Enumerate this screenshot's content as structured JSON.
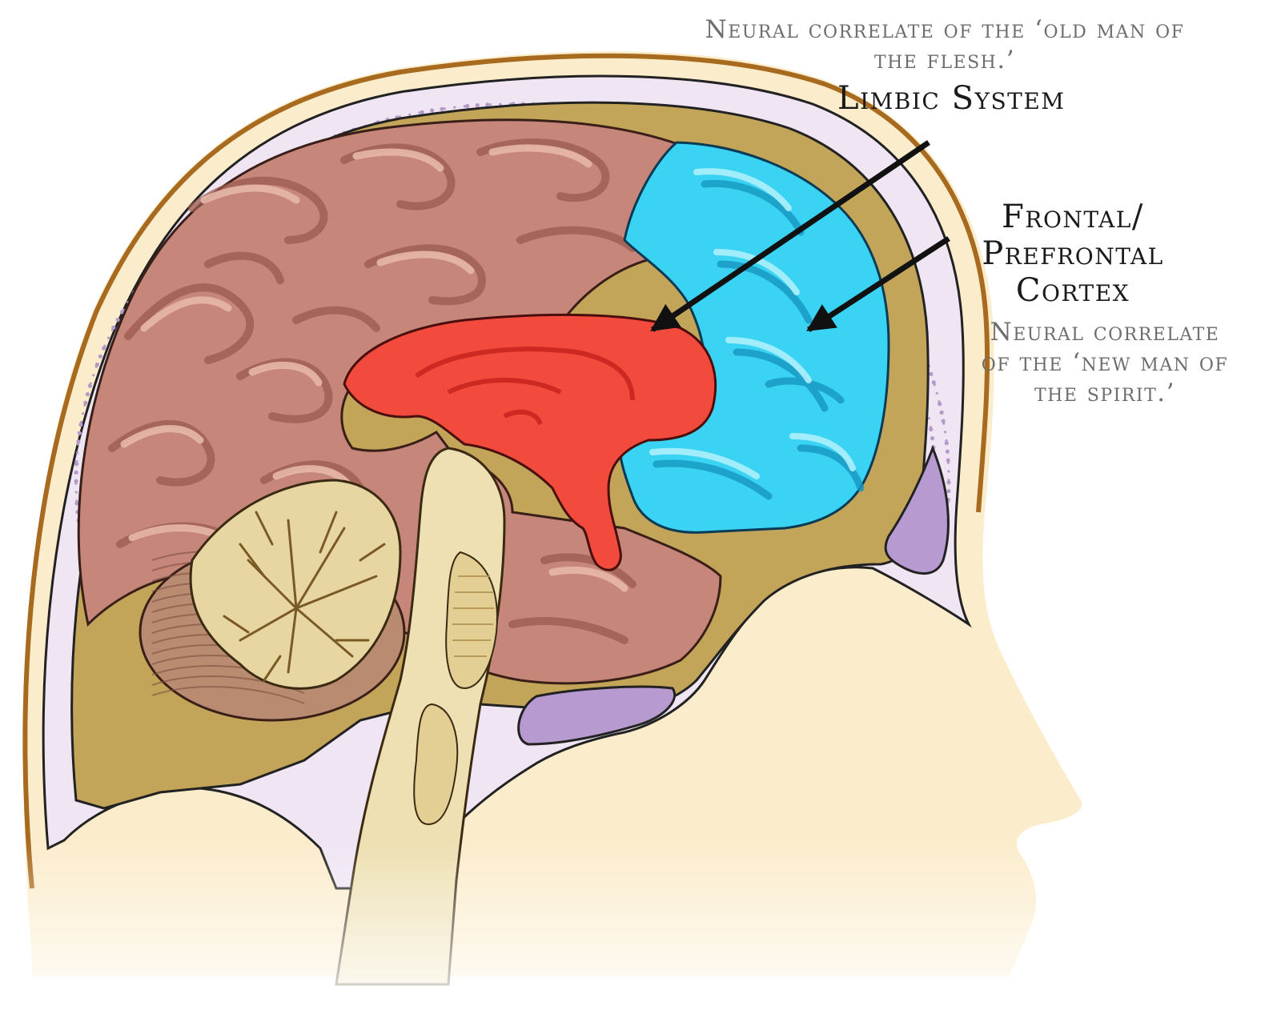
{
  "colors": {
    "skin": "#fbeccb",
    "skull_outline": "#a86a1f",
    "bone": "#efe5f3",
    "bone_dot": "#b49ac9",
    "csf": "#c3a55a",
    "cerebrum": "#c6877a",
    "cerebrum_shadow": "#9a5a4d",
    "cerebrum_light": "#e7b7a7",
    "limbic": "#f24a3c",
    "limbic_dark": "#c7231d",
    "prefrontal": "#3ad3f4",
    "prefrontal_light": "#aef0fd",
    "prefrontal_dark": "#1698c1",
    "brainstem": "#eee0b2",
    "cerebellum": "#b98c72",
    "arbor": "#e8d6a2",
    "sinus": "#b79ad0",
    "arrow": "#111111"
  },
  "labels": {
    "old_man_line1": "Neural correlate of the ‘old man of",
    "old_man_line2": "the flesh.’",
    "limbic_system": "Limbic System",
    "frontal_line1": "Frontal/",
    "frontal_line2": "Prefrontal",
    "frontal_line3": "Cortex",
    "new_man_line1": "Neural correlate",
    "new_man_line2": "of the ‘new man of",
    "new_man_line3": "the spirit.’"
  }
}
